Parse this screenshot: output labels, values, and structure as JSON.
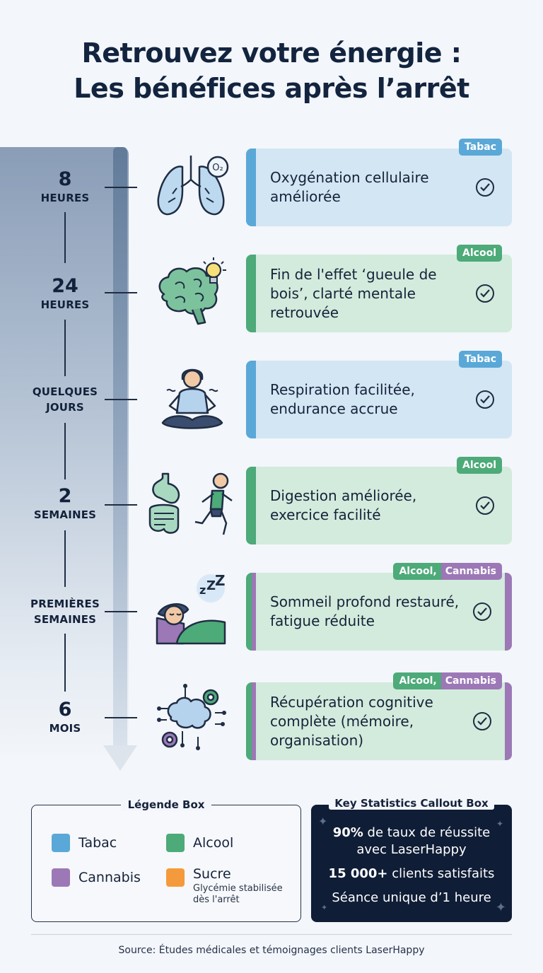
{
  "title": {
    "line1": "Retrouvez votre énergie :",
    "line2": "Les bénéfices après l’arrêt"
  },
  "timeline": [
    {
      "num": "8",
      "unit": "HEURES",
      "icon": "lungs-o2-icon",
      "text": "Oxygénation cellulaire améliorée",
      "tag": "Tabac",
      "color": "blue"
    },
    {
      "num": "24",
      "unit": "HEURES",
      "icon": "brain-lightbulb-icon",
      "text": "Fin de l'effet ‘gueule de bois’, clarté mentale retrouvée",
      "tag": "Alcool",
      "color": "green"
    },
    {
      "num": "",
      "unit": "QUELQUES JOURS",
      "icon": "meditation-person-icon",
      "text": "Respiration facilitée, endurance accrue",
      "tag": "Tabac",
      "color": "blue"
    },
    {
      "num": "2",
      "unit": "SEMAINES",
      "icon": "digestion-running-icon",
      "text": "Digestion améliorée, exercice facilité",
      "tag": "Alcool",
      "color": "green"
    },
    {
      "num": "",
      "unit": "PREMIÈRES SEMAINES",
      "icon": "sleeping-person-icon",
      "text": "Sommeil profond restauré, fatigue réduite",
      "tag_a": "Alcool,",
      "tag_b": "Cannabis",
      "color": "green-purple"
    },
    {
      "num": "6",
      "unit": "MOIS",
      "icon": "brain-gears-icon",
      "text": "Récupération cognitive complète (mémoire, organisation)",
      "tag_a": "Alcool,",
      "tag_b": "Cannabis",
      "color": "green-purple"
    }
  ],
  "legend": {
    "title": "Légende Box",
    "items": [
      {
        "label": "Tabac",
        "color": "#5aa8d7"
      },
      {
        "label": "Alcool",
        "color": "#4daa79"
      },
      {
        "label": "Cannabis",
        "color": "#9c78b6"
      },
      {
        "label": "Sucre",
        "color": "#f59a3c",
        "sub": "Glycémie stabilisée dès l'arrêt"
      }
    ]
  },
  "stats": {
    "title": "Key Statistics Callout Box",
    "s1_bold": "90%",
    "s1_rest": " de taux de réussite",
    "s1_line2": "avec LaserHappy",
    "s2_bold": "15 000+",
    "s2_rest": " clients satisfaits",
    "s3": "Séance unique d’1 heure"
  },
  "source": "Source: Études médicales et témoignages clients LaserHappy"
}
